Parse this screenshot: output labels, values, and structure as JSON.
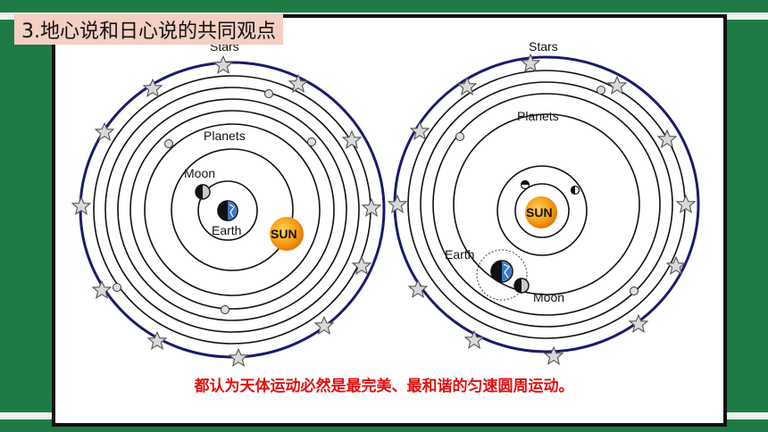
{
  "title": "3.地心说和日心说的共同观点",
  "caption": "都认为天体运动必然是最完美、最和谐的匀速圆周运动。",
  "geocentric": {
    "stars": "Stars",
    "planets": "Planets",
    "moon": "Moon",
    "earth": "Earth",
    "sun": "SUN"
  },
  "heliocentric": {
    "stars": "Stars",
    "planets": "Planets",
    "sun": "SUN",
    "earth": "Earth",
    "moon": "Moon"
  },
  "colors": {
    "outer_orbit": "#1a1a6e",
    "sun": "#f59a12",
    "caption": "#e01010",
    "title_bg": "#f4cfc3",
    "earth_blue": "#3a78c8"
  }
}
